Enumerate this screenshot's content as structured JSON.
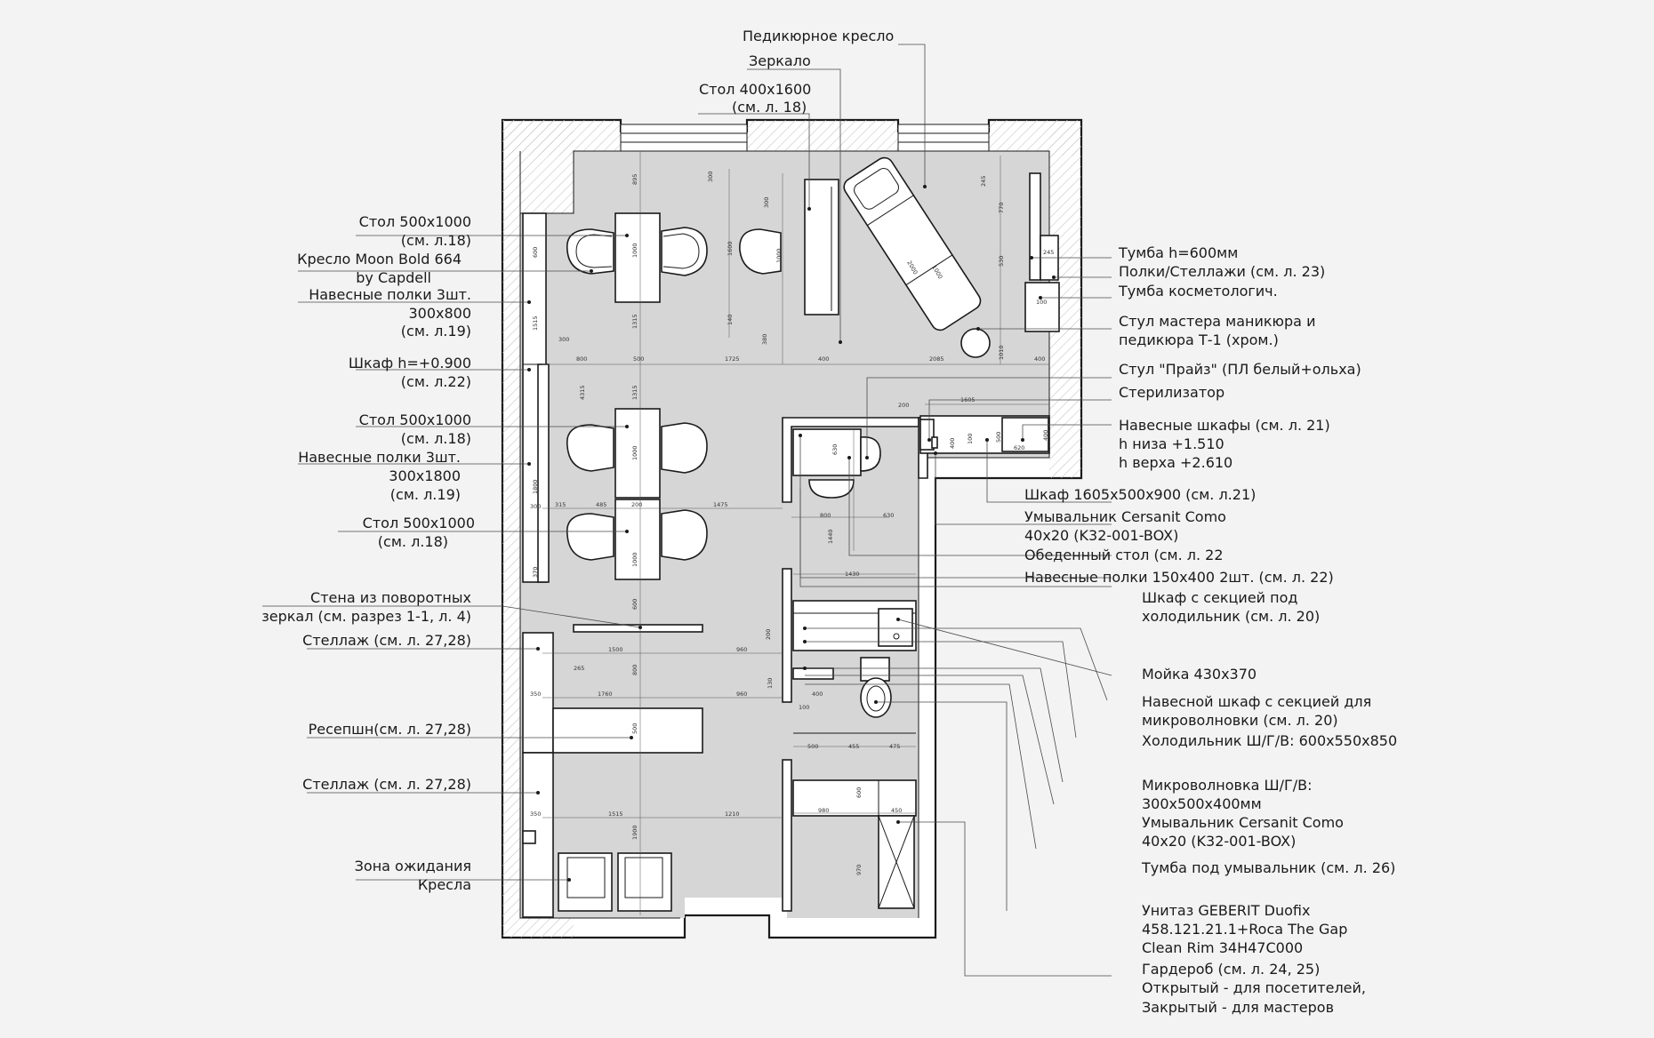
{
  "labels_top": [
    {
      "id": "pedicure-chair",
      "text": "Педикюрное кресло"
    },
    {
      "id": "mirror",
      "text": "Зеркало"
    },
    {
      "id": "table-400",
      "text": "Стол 400x1600"
    },
    {
      "id": "table-400-ref",
      "text": "(см. л. 18)"
    }
  ],
  "labels_left": [
    {
      "id": "l1",
      "text": "Стол 500x1000"
    },
    {
      "id": "l2",
      "text": "(см. л.18)"
    },
    {
      "id": "l3",
      "text": "Кресло Moon Bold 664"
    },
    {
      "id": "l4",
      "text": "by Capdell"
    },
    {
      "id": "l5",
      "text": "Навесные полки 3шт."
    },
    {
      "id": "l6",
      "text": "300x800"
    },
    {
      "id": "l7",
      "text": "(см. л.19)"
    },
    {
      "id": "l8",
      "text": "Шкаф h=+0.900"
    },
    {
      "id": "l9",
      "text": "(см. л.22)"
    },
    {
      "id": "l10",
      "text": "Стол 500x1000"
    },
    {
      "id": "l11",
      "text": "(см. л.18)"
    },
    {
      "id": "l12",
      "text": "Навесные полки 3шт."
    },
    {
      "id": "l13",
      "text": "300x1800"
    },
    {
      "id": "l14",
      "text": "(см. л.19)"
    },
    {
      "id": "l15",
      "text": "Стол 500x1000"
    },
    {
      "id": "l16",
      "text": "(см. л.18)"
    },
    {
      "id": "l17",
      "text": "Стена из поворотных"
    },
    {
      "id": "l18",
      "text": "зеркал (см. разрез 1-1, л. 4)"
    },
    {
      "id": "l19",
      "text": "Стеллаж (см. л. 27,28)"
    },
    {
      "id": "l20",
      "text": "Ресепшн(см. л. 27,28)"
    },
    {
      "id": "l21",
      "text": "Стеллаж (см. л. 27,28)"
    },
    {
      "id": "l22",
      "text": "Зона ожидания"
    },
    {
      "id": "l23",
      "text": "Кресла"
    }
  ],
  "labels_right": [
    {
      "id": "r1",
      "text": "Тумба h=600мм"
    },
    {
      "id": "r2",
      "text": "Полки/Стеллажи (см. л. 23)"
    },
    {
      "id": "r3",
      "text": "Тумба косметологич."
    },
    {
      "id": "r4",
      "text": "Стул мастера маникюра и"
    },
    {
      "id": "r5",
      "text": "педикюра Т-1 (хром.)"
    },
    {
      "id": "r6",
      "text": "Стул  \"Прайз\" (ПЛ белый+ольха)"
    },
    {
      "id": "r7",
      "text": "Стерилизатор"
    },
    {
      "id": "r8",
      "text": "Навесные шкафы (см. л. 21)"
    },
    {
      "id": "r9",
      "text": "h низа +1.510"
    },
    {
      "id": "r10",
      "text": "h верха +2.610"
    },
    {
      "id": "r11",
      "text": "Шкаф 1605x500x900 (см. л.21)"
    },
    {
      "id": "r12",
      "text": "Умывальник Cersanit Como"
    },
    {
      "id": "r13",
      "text": "40x20 (K32-001-BOX)"
    },
    {
      "id": "r14",
      "text": "Обеденный стол (см. л. 22"
    },
    {
      "id": "r15",
      "text": "Навесные полки 150x400 2шт. (см. л. 22)"
    },
    {
      "id": "r16",
      "text": "Шкаф с секцией под"
    },
    {
      "id": "r17",
      "text": "холодильник (см. л. 20)"
    },
    {
      "id": "r18",
      "text": "Мойка 430x370"
    },
    {
      "id": "r19",
      "text": "Навесной шкаф с секцией для"
    },
    {
      "id": "r20",
      "text": "микроволновки (см. л. 20)"
    },
    {
      "id": "r21",
      "text": "Холодильник Ш/Г/В: 600x550x850"
    },
    {
      "id": "r22",
      "text": "Микроволновка Ш/Г/В:"
    },
    {
      "id": "r23",
      "text": "300x500x400мм"
    },
    {
      "id": "r24",
      "text": "Умывальник Cersanit Como"
    },
    {
      "id": "r25",
      "text": "40x20 (K32-001-BOX)"
    },
    {
      "id": "r26",
      "text": "Тумба под умывальник (см. л. 26)"
    },
    {
      "id": "r27",
      "text": "Унитаз GEBERIT Duofix"
    },
    {
      "id": "r28",
      "text": "458.121.21.1+Roca The Gap"
    },
    {
      "id": "r29",
      "text": "Clean Rim 34H47C000"
    },
    {
      "id": "r30",
      "text": "Гардероб (см. л. 24, 25)"
    },
    {
      "id": "r31",
      "text": "Открытый - для посетителей,"
    },
    {
      "id": "r32",
      "text": "Закрытый - для мастеров"
    }
  ],
  "dims": {
    "d800": "800",
    "d500a": "500",
    "d1725": "1725",
    "d400a": "400",
    "d2085": "2085",
    "d400b": "400",
    "d895": "895",
    "d1000a": "1000",
    "d1315": "1315",
    "d4315": "4315",
    "d600a": "600",
    "d1600": "1600",
    "d300a": "300",
    "d1000b": "1000",
    "d380": "380",
    "d140": "140",
    "d2000": "2000",
    "d1000c": "1000",
    "d245a": "245",
    "d770": "770",
    "d530": "530",
    "d1010": "1010",
    "d245b": "245",
    "d400c": "400",
    "d1605": "1605",
    "d200a": "200",
    "d100a": "100",
    "d400d": "400",
    "d500b": "500",
    "d620": "620",
    "d400e": "400",
    "d630a": "630",
    "d800b": "800",
    "d630b": "630",
    "d1440": "1440",
    "d1430": "1430",
    "d315": "315",
    "d485": "485",
    "d200b": "200",
    "d1475": "1475",
    "d300b": "300",
    "d1800": "1800",
    "d370": "370",
    "d1500": "1500",
    "d960a": "960",
    "d265": "265",
    "d200c": "200",
    "d600b": "600",
    "d350a": "350",
    "d1760": "1760",
    "d960b": "960",
    "d800c": "800",
    "d500c": "500",
    "d130": "130",
    "d400f": "400",
    "d100b": "100",
    "d500d": "500",
    "d455": "455",
    "d475": "475",
    "d350b": "350",
    "d1515": "1515",
    "d1210": "1210",
    "d1900": "1900",
    "d980": "980",
    "d450": "450",
    "d600c": "600",
    "d970": "970",
    "d300c": "300",
    "d1000d": "1000"
  }
}
